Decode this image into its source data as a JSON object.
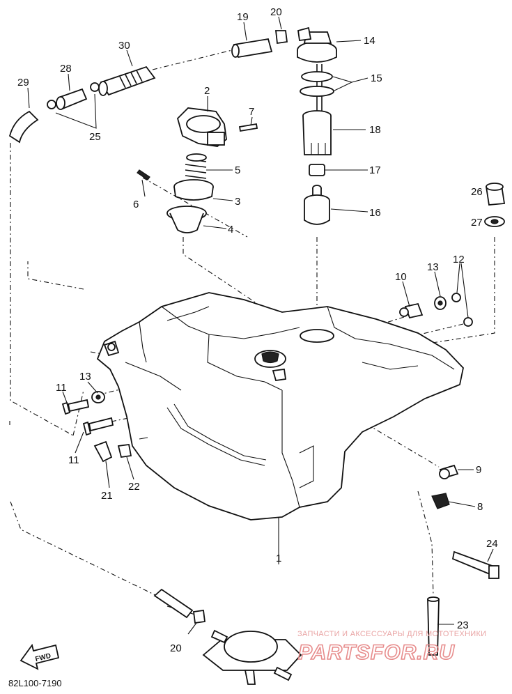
{
  "diagram_code": "82L100-7190",
  "fwd_label": "FWD",
  "watermark": {
    "line1": "ЗАПЧАСТИ И АКСЕССУАРЫ ДЛЯ МОТОТЕХНИКИ",
    "line2": "PARTSFOR.RU"
  },
  "callouts": [
    "19",
    "20",
    "14",
    "30",
    "28",
    "15",
    "29",
    "2",
    "7",
    "18",
    "25",
    "5",
    "17",
    "6",
    "3",
    "26",
    "16",
    "4",
    "27",
    "13",
    "12",
    "10",
    "13",
    "11",
    "11",
    "9",
    "21",
    "22",
    "8",
    "1",
    "24",
    "23",
    "20"
  ]
}
